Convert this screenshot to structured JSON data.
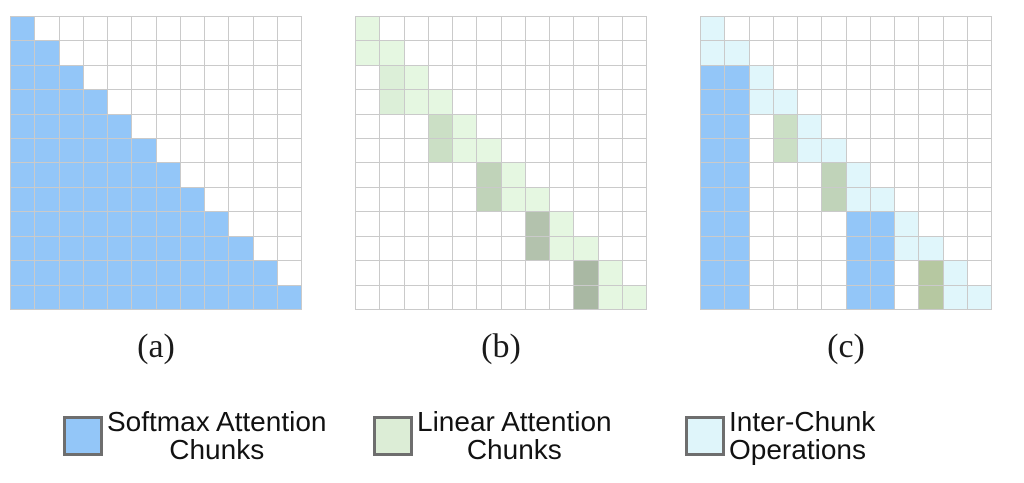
{
  "figure": {
    "description": "Three 12x12 attention-pattern matrices labeled (a), (b), (c)",
    "grid_line_color": "#cacaca",
    "cell_colors": {
      ".": "#ffffff",
      "B": "#93c6f8",
      "g": "#e5f7e1",
      "1": "#dcefd8",
      "2": "#cbdfc5",
      "3": "#c0d3b9",
      "4": "#b3c2ad",
      "5": "#a9b8a3",
      "6": "#b6c8a1",
      "c": "#e0f6fb"
    },
    "cell_color_legend": {
      ".": "empty",
      "B": "softmax-attention-chunk",
      "g": "linear-attention-intra-chunk",
      "1": "linear-state-level-1",
      "2": "linear-state-level-2",
      "3": "linear-state-level-3",
      "4": "linear-state-level-4",
      "5": "linear-state-level-5",
      "6": "linear-state-level-6",
      "c": "inter-chunk-operation"
    },
    "panels": [
      {
        "id": "a",
        "label": "(a)",
        "rows": [
          "B...........",
          "BB..........",
          "BBB.........",
          "BBBB........",
          "BBBBB.......",
          "BBBBBB......",
          "BBBBBBB.....",
          "BBBBBBBB....",
          "BBBBBBBBB...",
          "BBBBBBBBBB..",
          "BBBBBBBBBBB.",
          "BBBBBBBBBBBB"
        ]
      },
      {
        "id": "b",
        "label": "(b)",
        "rows": [
          "g...........",
          "gg..........",
          ".1g.........",
          ".1gg........",
          "...2g.......",
          "...2gg......",
          ".....3g.....",
          ".....3gg....",
          ".......4g...",
          ".......4gg..",
          ".........5g.",
          ".........5gg"
        ]
      },
      {
        "id": "c",
        "label": "(c)",
        "rows": [
          "c...........",
          "cc..........",
          "BBc.........",
          "BBcc........",
          "BB.2c.......",
          "BB.2cc......",
          "BB...3c.....",
          "BB...3cc....",
          "BB....BBc...",
          "BB....BBcc..",
          "BB....BB.6c.",
          "BB....BB.6cc"
        ]
      }
    ]
  },
  "legend": {
    "swatch_border_color": "#6e6e6e",
    "items": [
      {
        "id": "softmax-attention-chunks",
        "label_lines": [
          "Softmax Attention",
          "Chunks"
        ],
        "color": "#93c6f8"
      },
      {
        "id": "linear-attention-chunks",
        "label_lines": [
          "Linear Attention",
          "Chunks"
        ],
        "color": "#dcedd6"
      },
      {
        "id": "inter-chunk-operations",
        "label_lines": [
          "Inter-Chunk",
          "Operations"
        ],
        "color": "#dff5fa"
      }
    ]
  }
}
